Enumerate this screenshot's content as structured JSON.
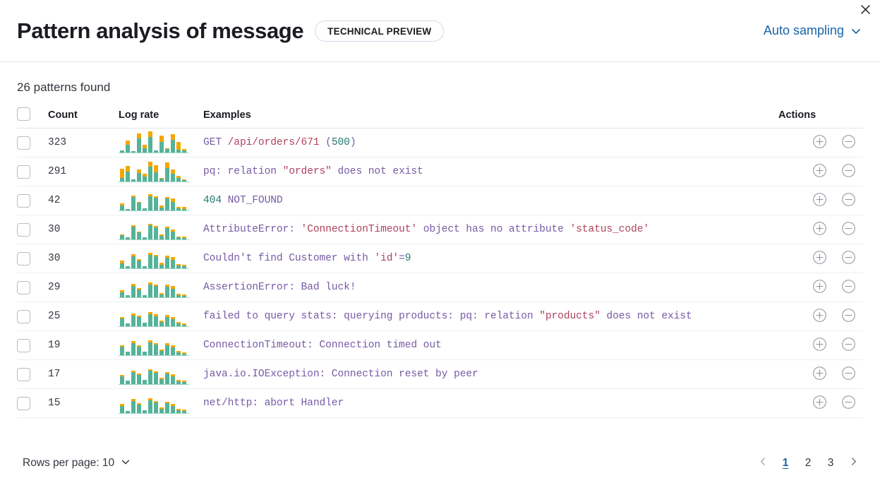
{
  "header": {
    "title": "Pattern analysis of message",
    "badge": "TECHNICAL PREVIEW",
    "sampling_label": "Auto sampling",
    "sampling_icon": "chevron-down-icon",
    "close_icon": "close-icon",
    "link_color": "#1863a8"
  },
  "summary": {
    "patterns_found": "26 patterns found"
  },
  "table": {
    "columns": {
      "select": "",
      "count": "Count",
      "log_rate": "Log rate",
      "examples": "Examples",
      "actions": "Actions"
    },
    "colors": {
      "bar_primary": "#54b399",
      "bar_secondary": "#f5a700",
      "token_default": "#765ba5",
      "token_string": "#b0415f",
      "token_number": "#22776b"
    },
    "rows": [
      {
        "count": "323",
        "tokens": [
          {
            "text": "GET ",
            "type": "default"
          },
          {
            "text": "/api/orders/671",
            "type": "string"
          },
          {
            "text": " (",
            "type": "default"
          },
          {
            "text": "500",
            "type": "number"
          },
          {
            "text": ")",
            "type": "default"
          }
        ],
        "spark": [
          [
            6,
            0
          ],
          [
            22,
            12
          ],
          [
            4,
            0
          ],
          [
            40,
            14
          ],
          [
            12,
            10
          ],
          [
            44,
            16
          ],
          [
            6,
            0
          ],
          [
            30,
            18
          ],
          [
            10,
            2
          ],
          [
            36,
            16
          ],
          [
            8,
            22
          ],
          [
            5,
            4
          ]
        ],
        "add_icon": "plus-circle-icon",
        "remove_icon": "minus-circle-icon"
      },
      {
        "count": "291",
        "tokens": [
          {
            "text": "pq: relation ",
            "type": "default"
          },
          {
            "text": "\"orders\"",
            "type": "string"
          },
          {
            "text": " does not exist",
            "type": "default"
          }
        ],
        "spark": [
          [
            10,
            26
          ],
          [
            28,
            16
          ],
          [
            6,
            0
          ],
          [
            24,
            10
          ],
          [
            14,
            8
          ],
          [
            42,
            14
          ],
          [
            26,
            20
          ],
          [
            8,
            2
          ],
          [
            38,
            16
          ],
          [
            22,
            12
          ],
          [
            10,
            6
          ],
          [
            4,
            2
          ]
        ],
        "add_icon": "plus-circle-icon",
        "remove_icon": "minus-circle-icon"
      },
      {
        "count": "42",
        "tokens": [
          {
            "text": "404",
            "type": "number"
          },
          {
            "text": " NOT_FOUND",
            "type": "default"
          }
        ],
        "spark": [
          [
            14,
            6
          ],
          [
            4,
            0
          ],
          [
            38,
            4
          ],
          [
            22,
            2
          ],
          [
            6,
            0
          ],
          [
            40,
            6
          ],
          [
            36,
            3
          ],
          [
            8,
            6
          ],
          [
            34,
            4
          ],
          [
            24,
            10
          ],
          [
            6,
            3
          ],
          [
            4,
            5
          ]
        ],
        "add_icon": "plus-circle-icon",
        "remove_icon": "minus-circle-icon"
      },
      {
        "count": "30",
        "tokens": [
          {
            "text": "AttributeError: ",
            "type": "default"
          },
          {
            "text": "'ConnectionTimeout'",
            "type": "string"
          },
          {
            "text": " object has no attribute ",
            "type": "default"
          },
          {
            "text": "'status_code'",
            "type": "string"
          }
        ],
        "spark": [
          [
            12,
            2
          ],
          [
            6,
            0
          ],
          [
            36,
            3
          ],
          [
            20,
            2
          ],
          [
            6,
            0
          ],
          [
            40,
            4
          ],
          [
            34,
            3
          ],
          [
            9,
            4
          ],
          [
            32,
            4
          ],
          [
            22,
            6
          ],
          [
            6,
            2
          ],
          [
            4,
            3
          ]
        ],
        "add_icon": "plus-circle-icon",
        "remove_icon": "minus-circle-icon"
      },
      {
        "count": "30",
        "tokens": [
          {
            "text": "Couldn't find Customer with ",
            "type": "default"
          },
          {
            "text": "'id'",
            "type": "string"
          },
          {
            "text": "=",
            "type": "default"
          },
          {
            "text": "9",
            "type": "number"
          }
        ],
        "spark": [
          [
            14,
            8
          ],
          [
            5,
            0
          ],
          [
            34,
            5
          ],
          [
            22,
            3
          ],
          [
            6,
            0
          ],
          [
            38,
            6
          ],
          [
            33,
            4
          ],
          [
            9,
            5
          ],
          [
            30,
            5
          ],
          [
            24,
            8
          ],
          [
            7,
            4
          ],
          [
            5,
            4
          ]
        ],
        "add_icon": "plus-circle-icon",
        "remove_icon": "minus-circle-icon"
      },
      {
        "count": "29",
        "tokens": [
          {
            "text": "AssertionError: Bad luck!",
            "type": "default"
          }
        ],
        "spark": [
          [
            13,
            5
          ],
          [
            5,
            0
          ],
          [
            32,
            5
          ],
          [
            21,
            3
          ],
          [
            6,
            0
          ],
          [
            36,
            5
          ],
          [
            31,
            4
          ],
          [
            8,
            4
          ],
          [
            29,
            5
          ],
          [
            23,
            7
          ],
          [
            6,
            3
          ],
          [
            4,
            4
          ]
        ],
        "add_icon": "plus-circle-icon",
        "remove_icon": "minus-circle-icon"
      },
      {
        "count": "25",
        "tokens": [
          {
            "text": "failed to query stats: querying products: pq: relation ",
            "type": "default"
          },
          {
            "text": "\"products\"",
            "type": "string"
          },
          {
            "text": " does not exist",
            "type": "default"
          }
        ],
        "spark": [
          [
            22,
            4
          ],
          [
            8,
            0
          ],
          [
            30,
            6
          ],
          [
            26,
            4
          ],
          [
            10,
            0
          ],
          [
            34,
            6
          ],
          [
            28,
            5
          ],
          [
            12,
            4
          ],
          [
            26,
            5
          ],
          [
            20,
            6
          ],
          [
            8,
            3
          ],
          [
            4,
            3
          ]
        ],
        "add_icon": "plus-circle-icon",
        "remove_icon": "minus-circle-icon"
      },
      {
        "count": "19",
        "tokens": [
          {
            "text": "ConnectionTimeout: Connection timed out",
            "type": "default"
          }
        ],
        "spark": [
          [
            24,
            3
          ],
          [
            9,
            0
          ],
          [
            33,
            5
          ],
          [
            24,
            3
          ],
          [
            10,
            0
          ],
          [
            36,
            5
          ],
          [
            30,
            4
          ],
          [
            12,
            3
          ],
          [
            28,
            5
          ],
          [
            22,
            5
          ],
          [
            8,
            3
          ],
          [
            4,
            3
          ]
        ],
        "add_icon": "plus-circle-icon",
        "remove_icon": "minus-circle-icon"
      },
      {
        "count": "17",
        "tokens": [
          {
            "text": "java.io.IOException: Connection reset by peer",
            "type": "default"
          }
        ],
        "spark": [
          [
            22,
            4
          ],
          [
            10,
            0
          ],
          [
            34,
            4
          ],
          [
            25,
            3
          ],
          [
            11,
            0
          ],
          [
            37,
            4
          ],
          [
            31,
            4
          ],
          [
            13,
            3
          ],
          [
            29,
            4
          ],
          [
            21,
            5
          ],
          [
            8,
            3
          ],
          [
            5,
            3
          ]
        ],
        "add_icon": "plus-circle-icon",
        "remove_icon": "minus-circle-icon"
      },
      {
        "count": "15",
        "tokens": [
          {
            "text": "net/http: abort Handler",
            "type": "default"
          }
        ],
        "spark": [
          [
            20,
            6
          ],
          [
            6,
            0
          ],
          [
            33,
            5
          ],
          [
            23,
            3
          ],
          [
            8,
            0
          ],
          [
            35,
            5
          ],
          [
            30,
            4
          ],
          [
            11,
            3
          ],
          [
            28,
            4
          ],
          [
            20,
            5
          ],
          [
            7,
            3
          ],
          [
            6,
            4
          ]
        ],
        "add_icon": "plus-circle-icon",
        "remove_icon": "minus-circle-icon"
      }
    ]
  },
  "footer": {
    "rows_per_page_label": "Rows per page: 10",
    "rows_per_page_icon": "chevron-down-icon",
    "prev_icon": "chevron-left-icon",
    "next_icon": "chevron-right-icon",
    "pages": [
      "1",
      "2",
      "3"
    ],
    "active_page": "1"
  }
}
